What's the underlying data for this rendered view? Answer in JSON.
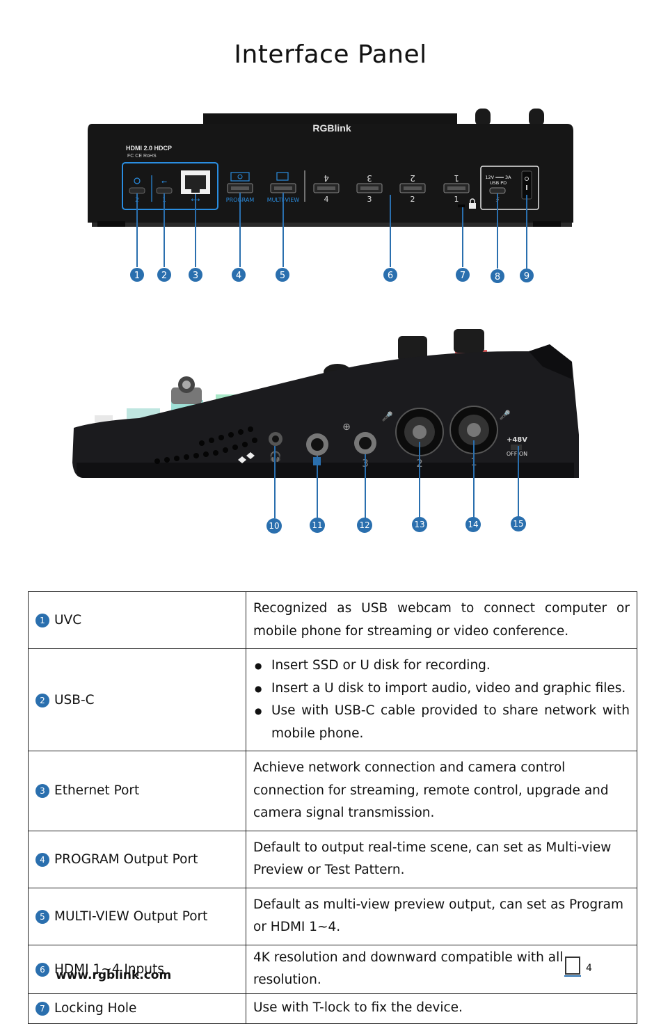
{
  "page": {
    "title": "Interface Panel",
    "footer_url": "www.rgblink.com",
    "page_number": "4"
  },
  "rear_panel": {
    "brand": "RGBlink",
    "cert_line1": "HDMI 2.0 HDCP",
    "cert_line2": "FC CE RoHS",
    "usb_labels": [
      "2",
      "1"
    ],
    "program_label": "PROGRAM",
    "multiview_label": "MULTI-VIEW",
    "hdmi_labels": [
      "4",
      "3",
      "2",
      "1"
    ],
    "lock_hdmi_label": "1",
    "power_label1": "12V ═══ 3A",
    "power_label2": "USB  PD",
    "callouts": [
      "1",
      "2",
      "3",
      "4",
      "5",
      "6",
      "7",
      "8",
      "9"
    ]
  },
  "side_panel": {
    "mic_labels": [
      "2",
      "1"
    ],
    "input_label": "3",
    "phantom_label": "+48V",
    "phantom_switch": "OFF ON",
    "callouts": [
      "10",
      "11",
      "12",
      "13",
      "14",
      "15"
    ]
  },
  "table": {
    "rows": [
      {
        "num": "1",
        "label": "UVC",
        "desc": "Recognized as USB webcam to connect computer or mobile phone for streaming or video conference."
      },
      {
        "num": "2",
        "label": "USB-C",
        "bullets": [
          "Insert SSD or U disk for recording.",
          "Insert a U disk to import audio, video and graphic files.",
          "Use with USB-C cable provided to share network with mobile phone."
        ]
      },
      {
        "num": "3",
        "label": "Ethernet Port",
        "desc": "Achieve network connection and camera control connection for streaming, remote control, upgrade and camera signal transmission."
      },
      {
        "num": "4",
        "label": "PROGRAM Output Port",
        "desc": "Default to output real-time scene, can set as Multi-view Preview or Test Pattern."
      },
      {
        "num": "5",
        "label": "MULTI-VIEW Output Port",
        "desc": "Default as multi-view preview output, can set as Program or HDMI 1~4."
      },
      {
        "num": "6",
        "label": "HDMI 1~4 Inputs",
        "desc": "4K resolution and downward compatible with all resolution."
      },
      {
        "num": "7",
        "label": "Locking Hole",
        "desc": "Use with T-lock to fix the device."
      }
    ]
  }
}
